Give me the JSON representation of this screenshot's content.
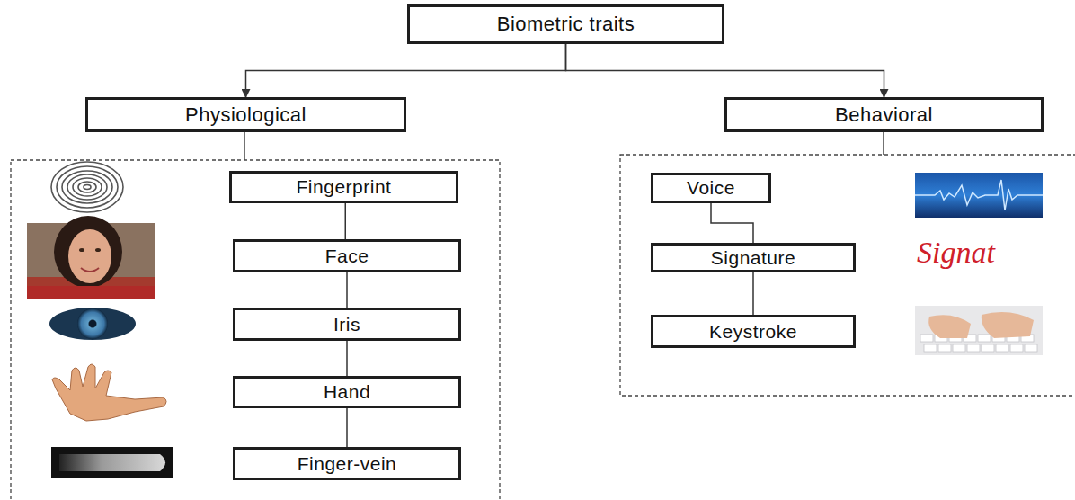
{
  "diagram": {
    "nodes": [
      {
        "text": [
          "Biometric traits"
        ]
      },
      {
        "text": [
          "Physiological"
        ]
      },
      {
        "text": [
          "Behavioral"
        ]
      },
      {
        "text": [
          "Fingerprint"
        ]
      },
      {
        "text": [
          "Face"
        ]
      },
      {
        "text": [
          "Iris"
        ]
      },
      {
        "text": [
          "Hand"
        ]
      },
      {
        "text": [
          "Finger-vein"
        ]
      },
      {
        "text": [
          "Voice"
        ]
      },
      {
        "text": [
          "Signature"
        ]
      },
      {
        "text": [
          "Keystroke"
        ]
      }
    ],
    "edges": [
      {
        "from": 0,
        "to": 1,
        "arrow": "to"
      },
      {
        "from": 0,
        "to": 2,
        "arrow": "to"
      },
      {
        "from": 3,
        "to": 4,
        "arrow": "none"
      },
      {
        "from": 4,
        "to": 5,
        "arrow": "none"
      },
      {
        "from": 5,
        "to": 6,
        "arrow": "none"
      },
      {
        "from": 6,
        "to": 7,
        "arrow": "none"
      },
      {
        "from": 8,
        "to": 9,
        "arrow": "none"
      },
      {
        "from": 9,
        "to": 10,
        "arrow": "none"
      }
    ],
    "labels": [
      "Signat"
    ]
  }
}
